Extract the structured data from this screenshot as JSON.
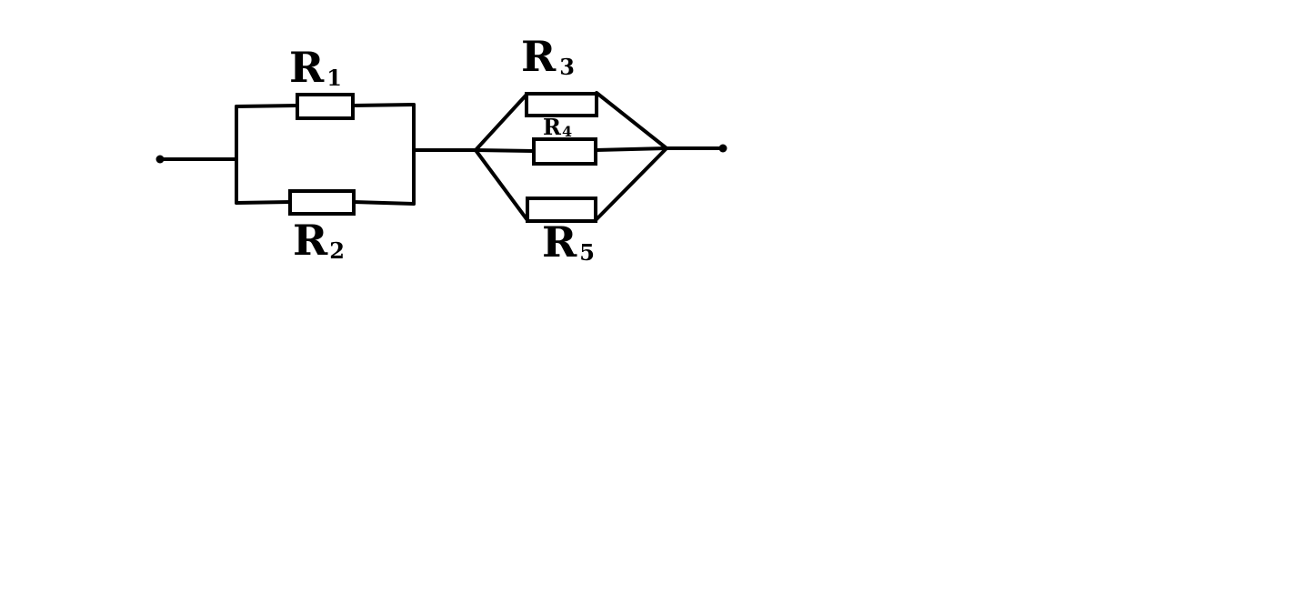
{
  "labels": {
    "r1": {
      "letter": "R",
      "index": "1"
    },
    "r2": {
      "letter": "R",
      "index": "2"
    },
    "r3": {
      "letter": "R",
      "index": "3"
    },
    "r4": {
      "letter": "R",
      "index": "4"
    },
    "r5": {
      "letter": "R",
      "index": "5"
    }
  }
}
